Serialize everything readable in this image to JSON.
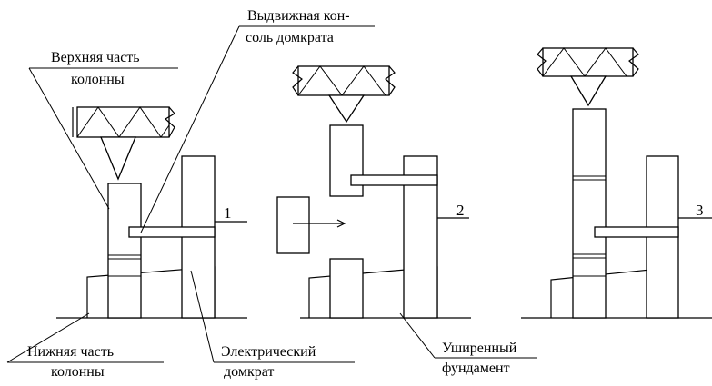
{
  "labels": {
    "upper_column_line1": "Верхняя часть",
    "upper_column_line2": "колонны",
    "jack_console_line1": "Выдвижная кон-",
    "jack_console_line2": "соль домкрата",
    "lower_column_line1": "Нижняя часть",
    "lower_column_line2": "колонны",
    "electric_jack_line1": "Электрический",
    "electric_jack_line2": "домкрат",
    "foundation_line1": "Уширенный",
    "foundation_line2": "фундамент"
  },
  "stages": {
    "stage1": "1",
    "stage2": "2",
    "stage3": "3"
  },
  "colors": {
    "line": "#000000",
    "background": "#ffffff"
  }
}
